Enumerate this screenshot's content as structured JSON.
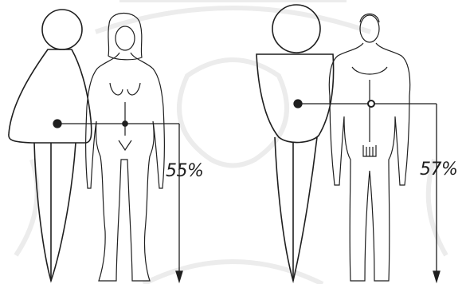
{
  "diagrams": [
    {
      "figure": "female",
      "percent_label": "55%"
    },
    {
      "figure": "male",
      "percent_label": "57%"
    }
  ],
  "icons": {
    "watermark": "ornamental-seal-watermark"
  },
  "colors": {
    "ink": "#1f1f1f",
    "watermark": "#ececec",
    "background": "#ffffff"
  }
}
